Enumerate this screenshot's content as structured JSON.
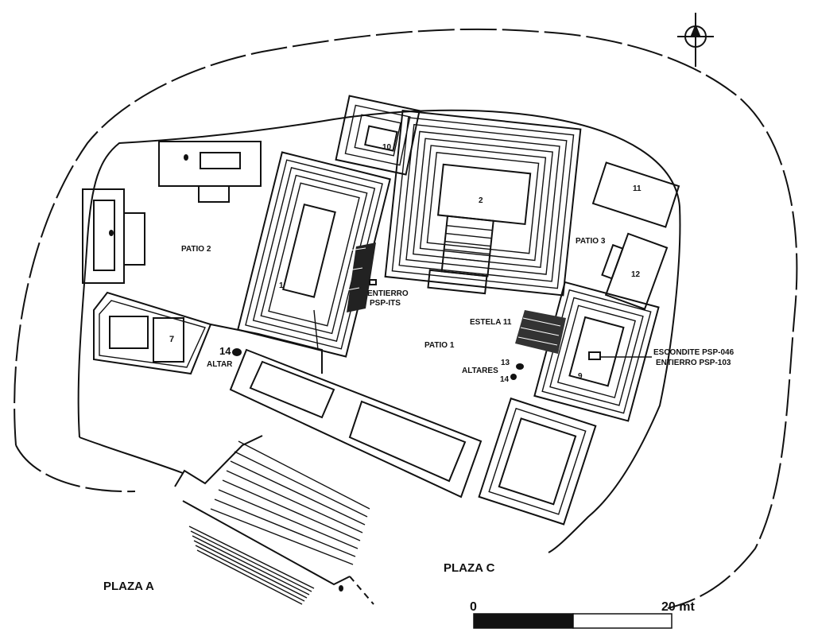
{
  "map": {
    "structures": {
      "s1": "1",
      "s2": "2",
      "s7": "7",
      "s9": "9",
      "s10": "10",
      "s11": "11",
      "s12": "12"
    },
    "labels": {
      "patio_1": "PATIO 1",
      "patio_2": "PATIO 2",
      "patio_3": "PATIO 3",
      "plaza_a": "PLAZA A",
      "plaza_c": "PLAZA C",
      "estela_11": "ESTELA 11",
      "entierro_psp_its_1": "ENTIERRO",
      "entierro_psp_its_2": "PSP-ITS",
      "escondite": "ESCONDITE PSP-046",
      "entierro_psp_103": "ENTIERRO PSP-103",
      "altares": "ALTARES",
      "altares_13": "13",
      "altares_14": "14",
      "altar": "ALTAR",
      "altar_14": "14"
    },
    "scale_bar": {
      "start": "0",
      "end": "20 mt"
    },
    "north_arrow_icon": "north-arrow-icon"
  }
}
